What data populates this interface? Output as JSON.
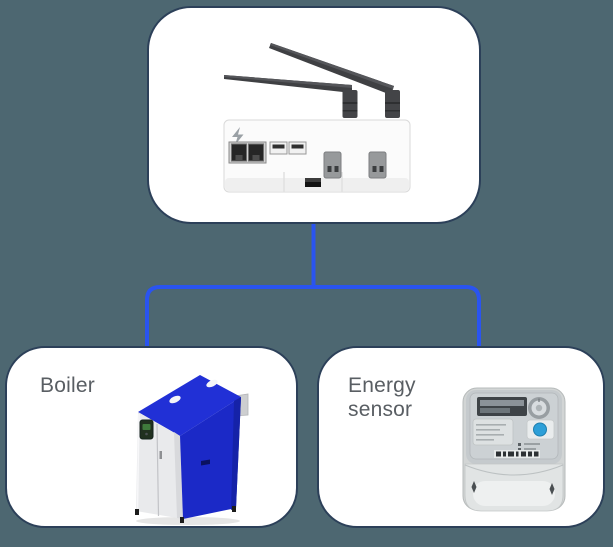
{
  "diagram": {
    "title": "device-connection-topology",
    "colors": {
      "background": "#4d6771",
      "card_fill": "#ffffff",
      "card_border": "#2c4059",
      "connector_blue": "#2a54f0",
      "label_text": "#595e63",
      "boiler_blue": "#1f2ed2",
      "meter_button_blue": "#2d9fd8"
    },
    "nodes": {
      "gateway": {
        "image": "wireless-gateway-with-antennas"
      },
      "boiler": {
        "label": "Boiler",
        "image": "boiler-unit"
      },
      "energy_sensor": {
        "label": "Energy sensor",
        "image": "energy-meter"
      }
    },
    "connections": [
      {
        "from": "gateway",
        "to": "boiler"
      },
      {
        "from": "gateway",
        "to": "energy_sensor"
      }
    ]
  }
}
